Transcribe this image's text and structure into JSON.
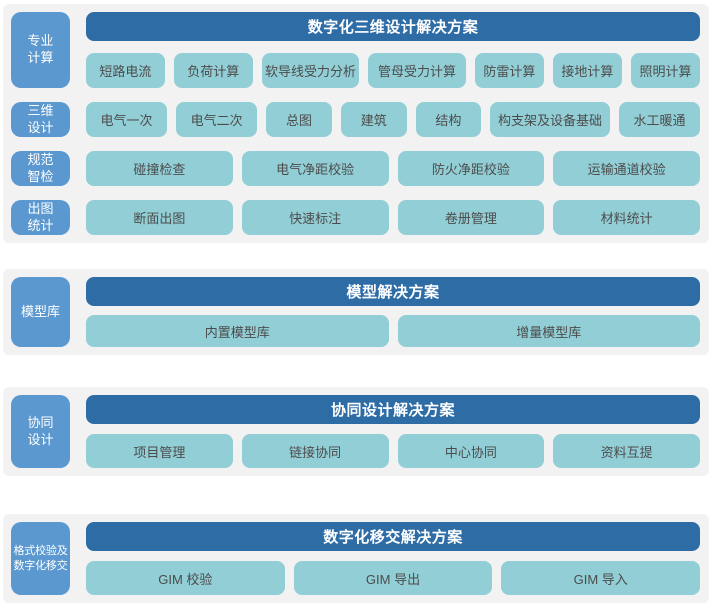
{
  "colors": {
    "page_bg": "#ffffff",
    "panel_bg": "#f2f2f2",
    "header_bg": "#2e6ca6",
    "header_text": "#ffffff",
    "sidebar_bg": "#5b98d0",
    "sidebar_text": "#ffffff",
    "chip_bg": "#92ced6",
    "chip_text": "#4c4c4c"
  },
  "sections": [
    {
      "header": "数字化三维设计解决方案",
      "rows": [
        {
          "label": "专业\n计算",
          "chips": [
            "短路电流",
            "负荷计算",
            "软导线受力分析",
            "管母受力计算",
            "防雷计算",
            "接地计算",
            "照明计算"
          ]
        },
        {
          "label": "三维\n设计",
          "chips": [
            "电气一次",
            "电气二次",
            "总图",
            "建筑",
            "结构",
            "构支架及设备基础",
            "水工暖通"
          ]
        },
        {
          "label": "规范\n智检",
          "chips": [
            "碰撞检查",
            "电气净距校验",
            "防火净距校验",
            "运输通道校验"
          ]
        },
        {
          "label": "出图\n统计",
          "chips": [
            "断面出图",
            "快速标注",
            "卷册管理",
            "材料统计"
          ]
        }
      ]
    },
    {
      "header": "模型解决方案",
      "rows": [
        {
          "label": "模型库",
          "chips": [
            "内置模型库",
            "增量模型库"
          ]
        }
      ]
    },
    {
      "header": "协同设计解决方案",
      "rows": [
        {
          "label": "协同\n设计",
          "chips": [
            "项目管理",
            "链接协同",
            "中心协同",
            "资料互提"
          ]
        }
      ]
    },
    {
      "header": "数字化移交解决方案",
      "rows": [
        {
          "label": "格式校验及\n数字化移交",
          "chips": [
            "GIM 校验",
            "GIM 导出",
            "GIM 导入"
          ]
        }
      ]
    }
  ]
}
